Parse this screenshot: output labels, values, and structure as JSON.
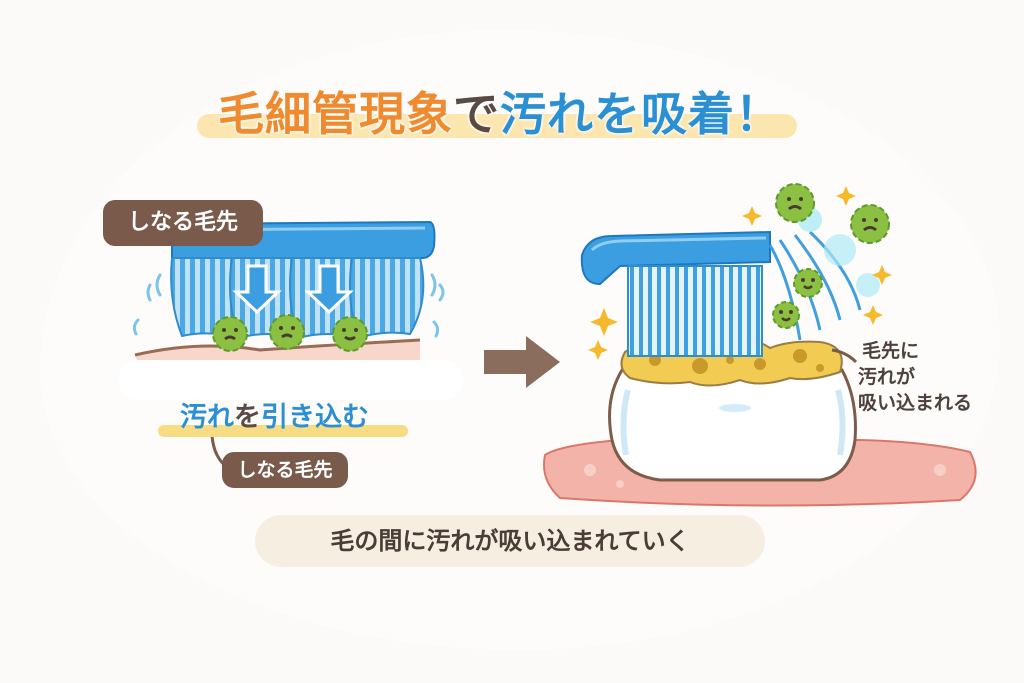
{
  "title": {
    "part1": "毛細管現象",
    "part2": "で",
    "part3": "汚れを吸着",
    "part4": "！",
    "colors": {
      "orange": "#ef8a2e",
      "dark": "#5a4a44",
      "blue": "#2b8fd3",
      "band": "#fbe6b0"
    }
  },
  "left_panel": {
    "top_label": "しなる毛先",
    "pull_text": {
      "part1": "汚れ",
      "part2": "を",
      "part3": "引き込む"
    },
    "bottom_label": "しなる毛先",
    "germ_count": 3,
    "down_arrow_count": 2
  },
  "arrow": {
    "direction": "right",
    "color": "#8b6d5e"
  },
  "right_panel": {
    "side_label_lines": [
      "毛先に",
      "汚れが",
      "吸い込まれる"
    ],
    "germ_count": 4,
    "elements": [
      "toothbrush",
      "plaque",
      "tooth",
      "gum",
      "sparkles",
      "germs"
    ]
  },
  "caption": "毛の間に汚れが吸い込まれていく",
  "colors": {
    "label_brown": "#7a5b4b",
    "brush_blue": "#3a9ee0",
    "germ_green": "#8cc043",
    "plaque_yellow": "#f2cc52",
    "gum_pink": "#f3b3a8",
    "caption_bg": "#f6efe1"
  }
}
